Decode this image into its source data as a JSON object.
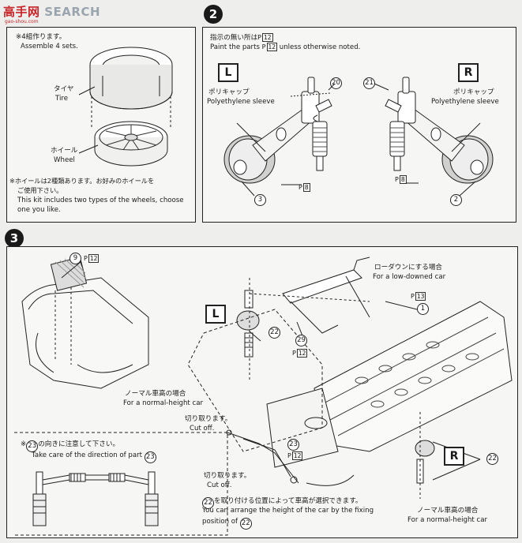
{
  "watermark": {
    "logo_text": "高手网",
    "brand_text": "SEARCH",
    "small_text": "gao-shou.com"
  },
  "step1": {
    "note_jp": "※4組作ります。",
    "note_en": "Assemble 4 sets.",
    "tire_jp": "タイヤ",
    "tire_en": "Tire",
    "wheel_jp": "ホイール",
    "wheel_en": "Wheel",
    "wheels_jp_1": "※ホイールは2種類あります。お好みのホイールを",
    "wheels_jp_2": "ご使用下さい。",
    "wheels_en_1": "This kit includes two types of the wheels, choose",
    "wheels_en_2": "one you like."
  },
  "step2": {
    "number": "2",
    "paint_jp": "指示の無い所は",
    "paint_jp_code": "12",
    "paint_en_a": "Paint the parts",
    "paint_en_code": "12",
    "paint_en_b": "unless otherwise noted.",
    "left_label": "L",
    "right_label": "R",
    "sleeve_jp": "ポリキャップ",
    "sleeve_en": "Polyethylene sleeve",
    "part_20": "20",
    "part_21": "21",
    "part_3": "3",
    "part_2": "2",
    "paint_code_l": "8",
    "paint_code_r": "8",
    "paint_prefix": "P"
  },
  "step3": {
    "number": "3",
    "part_9": "9",
    "paint_12a": "12",
    "low_jp": "ローダウンにする場合",
    "low_en": "For a low-downed car",
    "paint_13": "13",
    "part_1": "1",
    "left_label": "L",
    "part_22a": "22",
    "part_29": "29",
    "paint_12b": "12",
    "normal_jp": "ノーマル車高の場合",
    "normal_en": "For a normal-height car",
    "cut_jp": "切り取ります。",
    "cut_en": "Cut off.",
    "dir_jp": "の向きに注意して下さい。",
    "dir_part": "23",
    "dir_en": "Take care of the direction of part",
    "dir_en_part": "23",
    "part_23": "23",
    "paint_12c": "12",
    "cut2_jp": "切り取ります。",
    "cut2_en": "Cut off.",
    "arrange_jp": "を取り付ける位置によって車高が選択できます。",
    "arrange_part": "22",
    "arrange_en_1": "You can arrange the height of the car by the fixing",
    "arrange_en_2": "position of",
    "arrange_en_part": "22",
    "right_label": "R",
    "part_22b": "22",
    "normal2_jp": "ノーマル車高の場合",
    "normal2_en": "For a normal-height car"
  }
}
